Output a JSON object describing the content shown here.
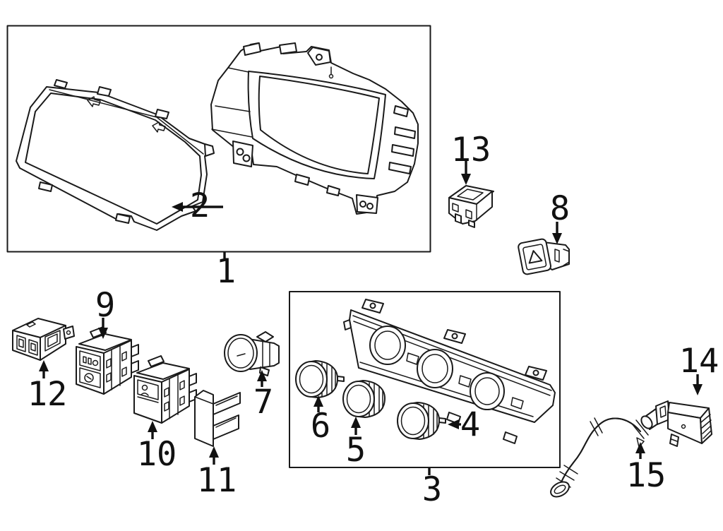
{
  "diagram": {
    "background": "#ffffff",
    "line_color": "#1a1a1a",
    "box_color": "#111111",
    "highlight_color": "#c22128",
    "callouts": [
      {
        "label": "1"
      },
      {
        "label": "2"
      },
      {
        "label": "3"
      },
      {
        "label": "4"
      },
      {
        "label": "5"
      },
      {
        "label": "6"
      },
      {
        "label": "7"
      },
      {
        "label": "8"
      },
      {
        "label": "9"
      },
      {
        "label": "10"
      },
      {
        "label": "11"
      },
      {
        "label": "12"
      },
      {
        "label": "13"
      },
      {
        "label": "14"
      },
      {
        "label": "15"
      }
    ]
  }
}
